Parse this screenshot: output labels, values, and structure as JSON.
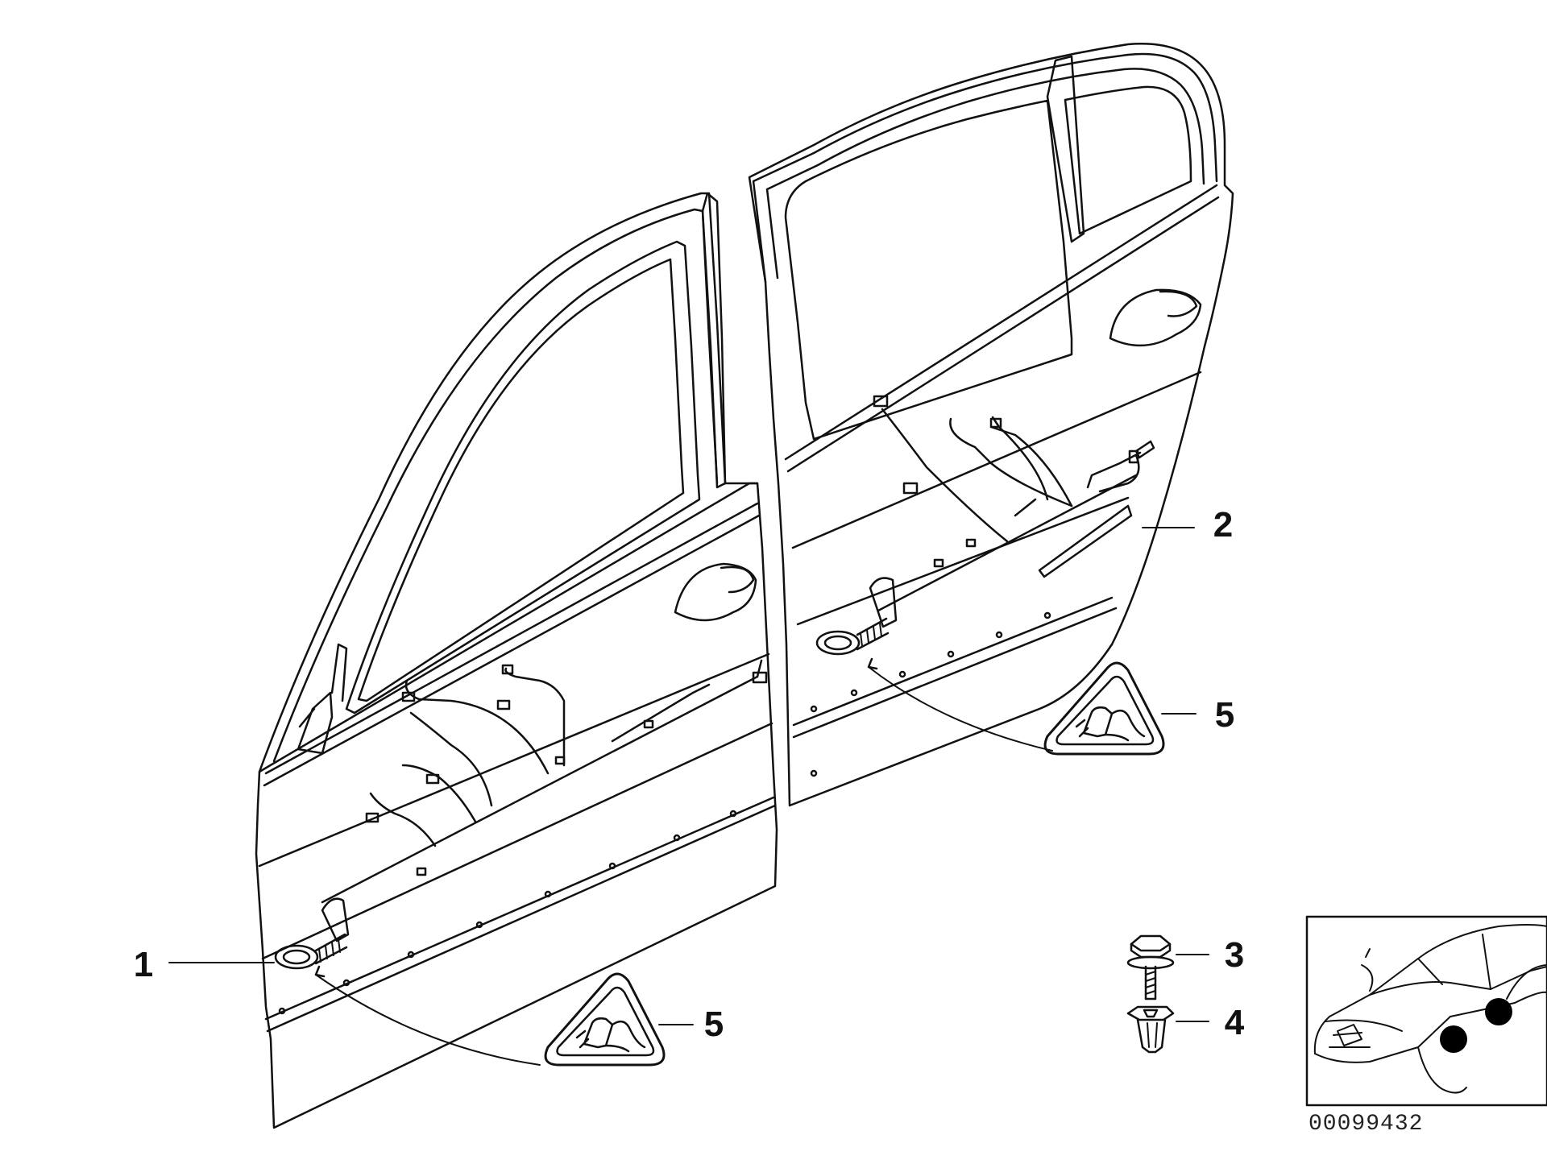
{
  "diagram": {
    "callouts": {
      "item1": "1",
      "item2": "2",
      "item3": "3",
      "item4": "4",
      "item5_front": "5",
      "item5_rear": "5"
    },
    "reference_code": "00099432"
  },
  "colors": {
    "line": "#111111",
    "background": "#ffffff",
    "marker": "#000000"
  }
}
